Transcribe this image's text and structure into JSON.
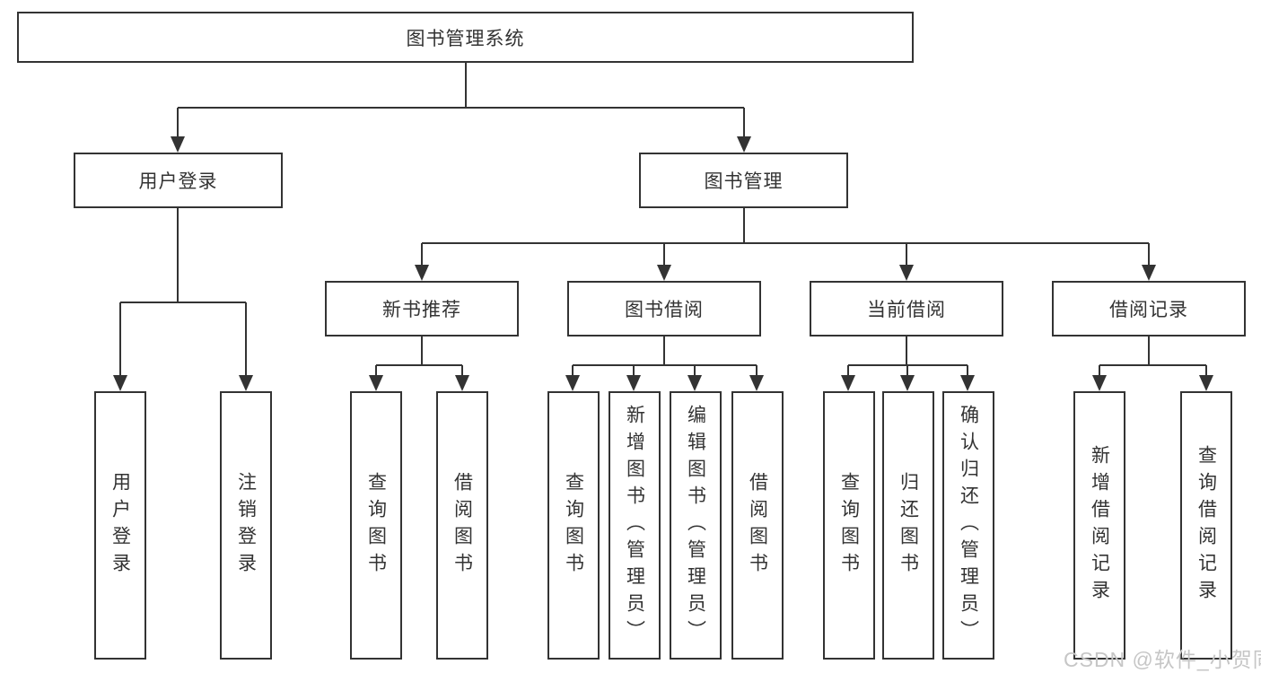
{
  "diagram": {
    "root": {
      "label": "图书管理系统"
    },
    "branches": [
      {
        "label": "用户登录",
        "children": [
          {
            "label": "用户登录"
          },
          {
            "label": "注销登录"
          }
        ]
      },
      {
        "label": "图书管理",
        "children": [
          {
            "label": "新书推荐",
            "children": [
              {
                "label": "查询图书"
              },
              {
                "label": "借阅图书"
              }
            ]
          },
          {
            "label": "图书借阅",
            "children": [
              {
                "label": "查询图书"
              },
              {
                "label": "新增图书（管理员）"
              },
              {
                "label": "编辑图书（管理员）"
              },
              {
                "label": "借阅图书"
              }
            ]
          },
          {
            "label": "当前借阅",
            "children": [
              {
                "label": "查询图书"
              },
              {
                "label": "归还图书"
              },
              {
                "label": "确认归还（管理员）"
              }
            ]
          },
          {
            "label": "借阅记录",
            "children": [
              {
                "label": "新增借阅记录"
              },
              {
                "label": "查询借阅记录"
              }
            ]
          }
        ]
      }
    ]
  },
  "watermark": {
    "text": "CSDN @软件_小贺同学"
  },
  "colors": {
    "line": "#333333",
    "box_border": "#333333",
    "box_background": "#ffffff",
    "text": "#333333",
    "watermark": "#c6c6c6",
    "page_background": "#ffffff"
  }
}
